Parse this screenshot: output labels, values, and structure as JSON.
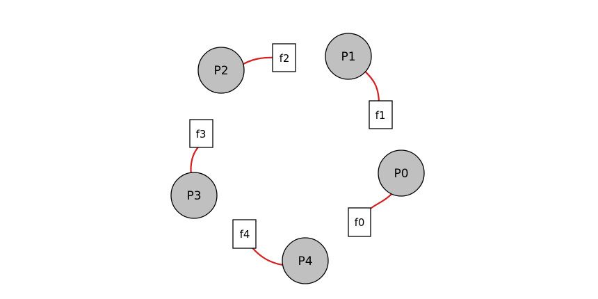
{
  "colors": {
    "process_fill": "#c0c0c0",
    "fork_fill": "#ffffff",
    "outline": "#000000",
    "edge": "#d42020"
  },
  "processes": [
    {
      "id": "P0",
      "label": "P0"
    },
    {
      "id": "P1",
      "label": "P1"
    },
    {
      "id": "P2",
      "label": "P2"
    },
    {
      "id": "P3",
      "label": "P3"
    },
    {
      "id": "P4",
      "label": "P4"
    }
  ],
  "forks": [
    {
      "id": "f0",
      "label": "f0"
    },
    {
      "id": "f1",
      "label": "f1"
    },
    {
      "id": "f2",
      "label": "f2"
    },
    {
      "id": "f3",
      "label": "f3"
    },
    {
      "id": "f4",
      "label": "f4"
    }
  ],
  "edges": [
    {
      "from": "P0",
      "to": "f0"
    },
    {
      "from": "P1",
      "to": "f1"
    },
    {
      "from": "P2",
      "to": "f2"
    },
    {
      "from": "P3",
      "to": "f3"
    },
    {
      "from": "P4",
      "to": "f4"
    }
  ]
}
